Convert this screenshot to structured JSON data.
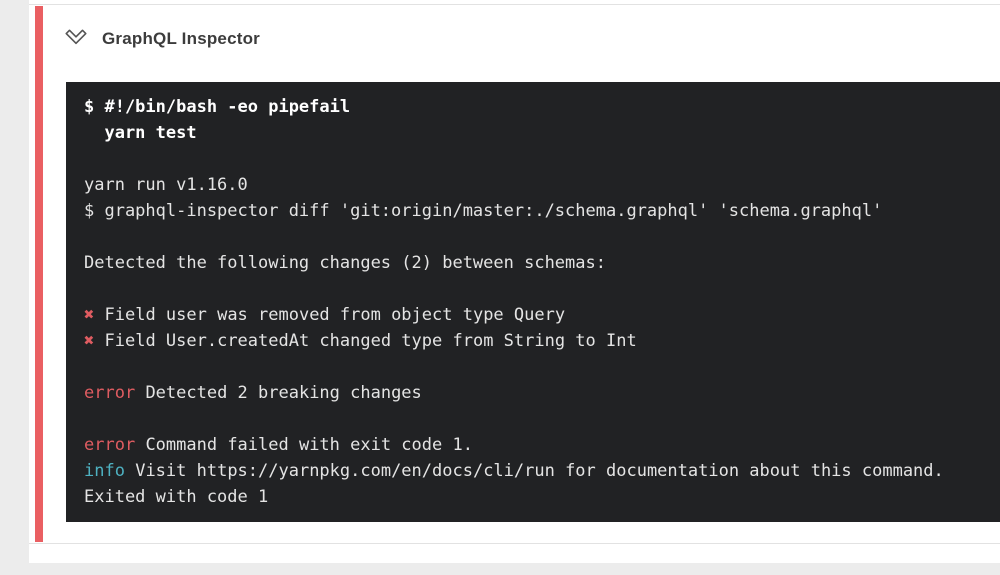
{
  "page": {
    "background_color": "#ececec"
  },
  "card": {
    "accent_color": "#ea5f62",
    "border_color": "#e2e2e2",
    "header": {
      "title": "GraphQL Inspector",
      "collapse_icon": "double-chevron-down-icon"
    }
  },
  "terminal": {
    "background_color": "#212224",
    "text_color": "#e4e4e4",
    "bold_text_color": "#ffffff",
    "error_color": "#df5c61",
    "info_color": "#4eb1c1",
    "lines": [
      {
        "type": "command",
        "text": "$ #!/bin/bash -eo pipefail"
      },
      {
        "type": "command",
        "text": "  yarn test"
      },
      {
        "type": "blank"
      },
      {
        "type": "plain",
        "text": "yarn run v1.16.0"
      },
      {
        "type": "plain",
        "text": "$ graphql-inspector diff 'git:origin/master:./schema.graphql' 'schema.graphql'"
      },
      {
        "type": "blank"
      },
      {
        "type": "plain",
        "text": "Detected the following changes (2) between schemas:"
      },
      {
        "type": "blank"
      },
      {
        "type": "breaking",
        "prefix": "✖",
        "text": "Field user was removed from object type Query"
      },
      {
        "type": "breaking",
        "prefix": "✖",
        "text": "Field User.createdAt changed type from String to Int"
      },
      {
        "type": "blank"
      },
      {
        "type": "error",
        "prefix": "error",
        "text": "Detected 2 breaking changes"
      },
      {
        "type": "blank"
      },
      {
        "type": "error",
        "prefix": "error",
        "text": "Command failed with exit code 1."
      },
      {
        "type": "info",
        "prefix": "info",
        "text": "Visit https://yarnpkg.com/en/docs/cli/run for documentation about this command."
      },
      {
        "type": "plain",
        "text": "Exited with code 1"
      }
    ]
  }
}
